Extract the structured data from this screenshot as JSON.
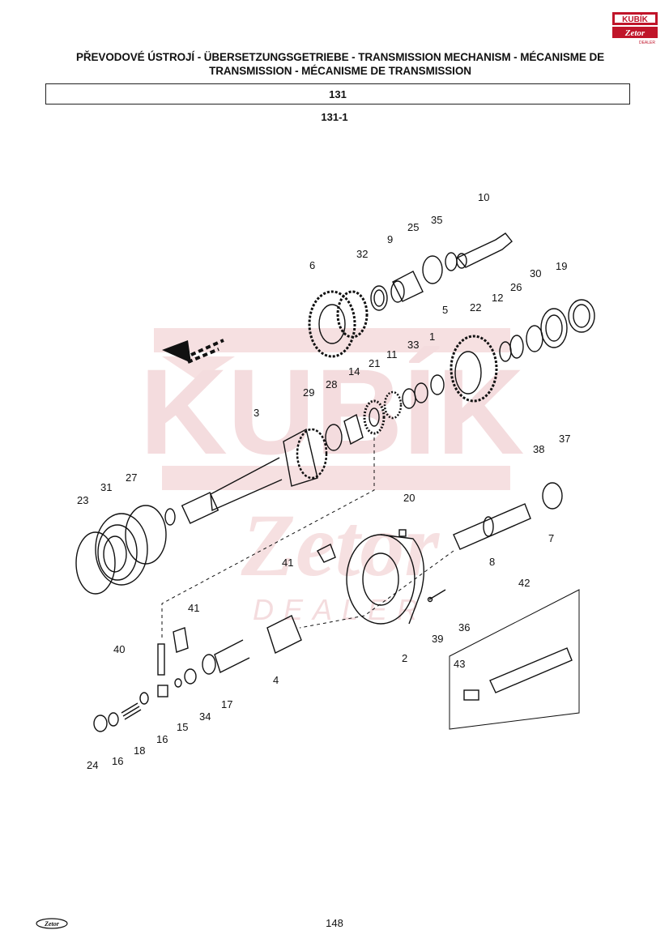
{
  "header": {
    "title_line1": "PŘEVODOVÉ ÚSTROJÍ - ÜBERSETZUNGSGETRIEBE - TRANSMISSION MECHANISM - MÉCANISME DE",
    "title_line2": "TRANSMISSION - MÉCANISME DE TRANSMISSION",
    "group": "131",
    "subgroup": "131-1"
  },
  "logo": {
    "brand": "KUBÍK",
    "sub": "Zetor",
    "tag": "DEALER",
    "color": "#c0152a"
  },
  "watermark": {
    "text": "KUBÍK",
    "sub": "Zetor",
    "tag": "DEALER",
    "color": "#f4d6d8"
  },
  "footer": {
    "logo_text": "Zetor",
    "page_number": "148"
  },
  "callouts": {
    "c10": "10",
    "c25": "25",
    "c35": "35",
    "c9": "9",
    "c32": "32",
    "c6": "6",
    "c30": "30",
    "c19": "19",
    "c26": "26",
    "c22": "22",
    "c12": "12",
    "c5": "5",
    "c1": "1",
    "c33": "33",
    "c11": "11",
    "c21": "21",
    "c14": "14",
    "c28": "28",
    "c29": "29",
    "c3": "3",
    "c38": "38",
    "c37": "37",
    "c27": "27",
    "c31": "31",
    "c23": "23",
    "c20": "20",
    "c7": "7",
    "c41a": "41",
    "c8": "8",
    "c42": "42",
    "c41b": "41",
    "c40": "40",
    "c2": "2",
    "c39": "39",
    "c36": "36",
    "c43": "43",
    "c4": "4",
    "c17": "17",
    "c34": "34",
    "c15": "15",
    "c16a": "16",
    "c18": "18",
    "c16b": "16",
    "c24": "24"
  }
}
